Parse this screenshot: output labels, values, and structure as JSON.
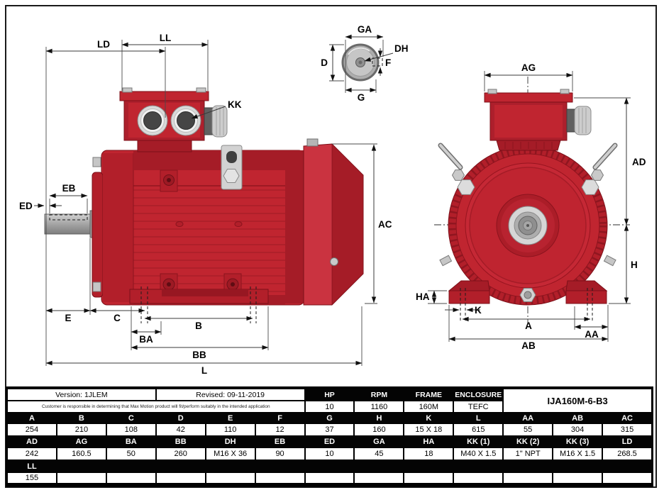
{
  "labels": {
    "side": {
      "ld": "LD",
      "ll": "LL",
      "kk": "KK",
      "eb": "EB",
      "ed": "ED",
      "e": "E",
      "c": "C",
      "b": "B",
      "ba": "BA",
      "bb": "BB",
      "l": "L",
      "ac": "AC"
    },
    "section": {
      "ga": "GA",
      "dh": "DH",
      "f": "F",
      "d": "D",
      "g": "G"
    },
    "front": {
      "ag": "AG",
      "ad": "AD",
      "h": "H",
      "ha": "HA",
      "k": "K",
      "a": "A",
      "aa": "AA",
      "ab": "AB"
    }
  },
  "table": {
    "version_label": "Version: 1JLEM",
    "revised_label": "Revised: 09-11-2019",
    "disclaimer": "Customer is responsible in determining that Max Motion product will fit/perform suitably in the intended application",
    "model": "IJA160M-6-B3",
    "specs": {
      "headers": [
        "HP",
        "RPM",
        "FRAME",
        "ENCLOSURE"
      ],
      "values": [
        "10",
        "1160",
        "160M",
        "TEFC"
      ]
    },
    "dim1": {
      "headers": [
        "A",
        "B",
        "C",
        "D",
        "E",
        "F",
        "G",
        "H",
        "K",
        "L",
        "AA",
        "AB",
        "AC"
      ],
      "values": [
        "254",
        "210",
        "108",
        "42",
        "110",
        "12",
        "37",
        "160",
        "15 X 18",
        "615",
        "55",
        "304",
        "315"
      ]
    },
    "dim2": {
      "headers": [
        "AD",
        "AG",
        "BA",
        "BB",
        "DH",
        "EB",
        "ED",
        "GA",
        "HA",
        "KK (1)",
        "KK (2)",
        "KK (3)",
        "LD"
      ],
      "values": [
        "242",
        "160.5",
        "50",
        "260",
        "M16 X 36",
        "90",
        "10",
        "45",
        "18",
        "M40 X 1.5",
        "1\" NPT",
        "M16 X 1.5",
        "268.5"
      ]
    },
    "dim3": {
      "header": "LL",
      "value": "155",
      "empty": [
        "",
        "",
        "",
        "",
        "",
        "",
        "",
        "",
        "",
        "",
        "",
        ""
      ]
    }
  },
  "colors": {
    "motor_red": "#c02530",
    "motor_red_shade": "#a51c27",
    "motor_red_dark": "#7c1019",
    "metal_gray": "#cdcdcd",
    "dimension_line": "#3a3a3a",
    "table_header_bg": "#040404"
  }
}
